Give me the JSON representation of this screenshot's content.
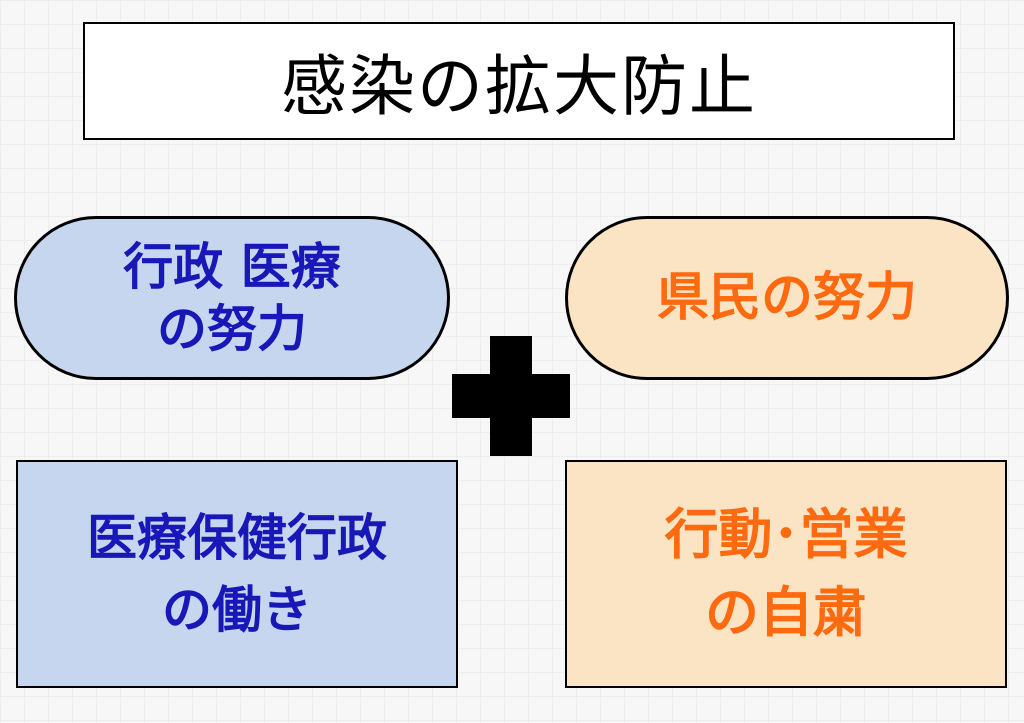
{
  "title": "感染の拡大防止",
  "left_pill": {
    "line1": "行政 医療",
    "line2": "の努力",
    "fill_color": "#c6d6ef",
    "text_color": "#1818b8"
  },
  "right_pill": {
    "text": "県民の努力",
    "fill_color": "#fbe4c3",
    "text_color": "#ff6a10"
  },
  "left_box": {
    "line1": "医療保健行政",
    "line2": "の働き"
  },
  "right_box": {
    "line1": "行動･営業",
    "line2": "の自粛"
  },
  "connector_icon": "plus-icon"
}
